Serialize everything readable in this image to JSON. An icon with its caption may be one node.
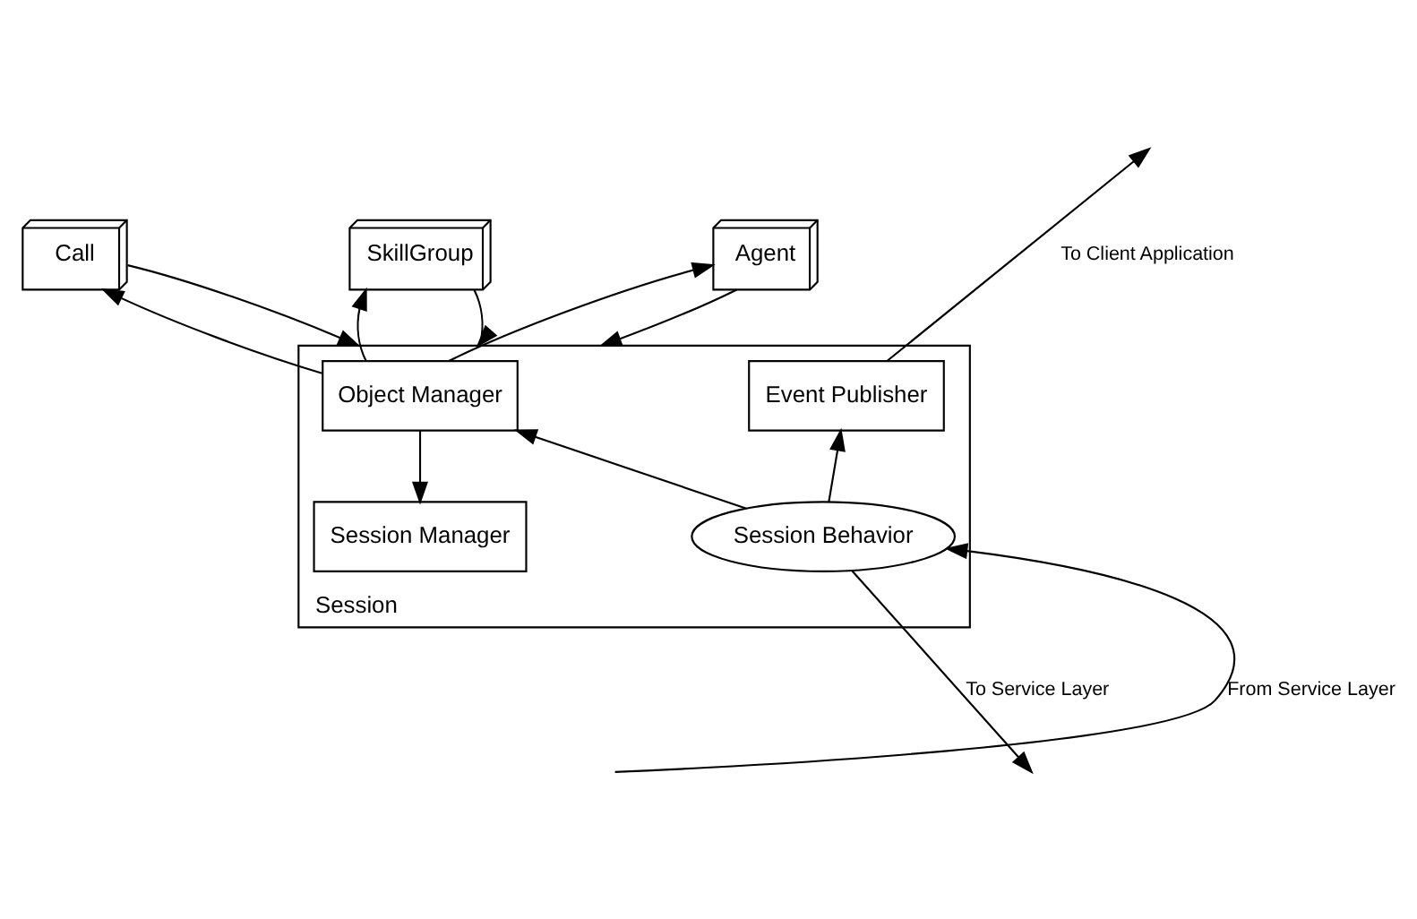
{
  "diagram": {
    "nodes": [
      {
        "text": [
          "Session"
        ]
      },
      {
        "text": [
          "Call"
        ]
      },
      {
        "text": [
          "SkillGroup"
        ]
      },
      {
        "text": [
          "Agent"
        ]
      },
      {
        "text": [
          "Object Manager"
        ],
        "in": 0
      },
      {
        "text": [
          "Session Manager"
        ],
        "in": 0
      },
      {
        "text": [
          "Event Publisher"
        ],
        "in": 0
      },
      {
        "text": [
          "Session Behavior"
        ],
        "in": 0
      }
    ],
    "edges": [
      {
        "from": 6,
        "to": null,
        "arrow": "to",
        "label": "To Client Application"
      },
      {
        "from": 4,
        "to": 1,
        "arrow": "to"
      },
      {
        "from": 4,
        "to": 2,
        "arrow": "to"
      },
      {
        "from": 4,
        "to": 3,
        "arrow": "to"
      },
      {
        "from": 1,
        "to": 0,
        "arrow": "to"
      },
      {
        "from": 3,
        "to": 0,
        "arrow": "to"
      },
      {
        "from": 2,
        "to": 0,
        "arrow": "to"
      },
      {
        "from": 4,
        "to": 5,
        "arrow": "to"
      },
      {
        "from": 7,
        "to": 6,
        "arrow": "to"
      },
      {
        "from": 7,
        "to": 4,
        "arrow": "to"
      },
      {
        "from": null,
        "to": 7,
        "arrow": "to",
        "label": "From Service Layer"
      },
      {
        "from": 7,
        "to": null,
        "arrow": "to",
        "label": "To Service Layer"
      }
    ]
  }
}
